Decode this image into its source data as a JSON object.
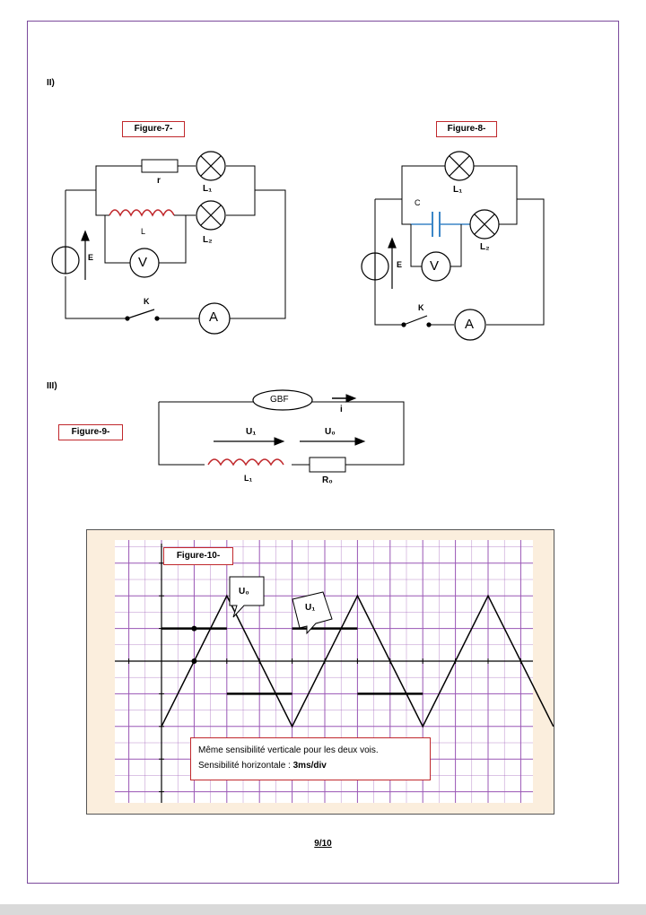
{
  "sections": {
    "II": "II)",
    "III": "III)"
  },
  "figure7": {
    "title": "Figure-7-",
    "labels": {
      "r": "r",
      "L1": "L₁",
      "L": "L",
      "L2": "L₂",
      "E": "E",
      "V": "V",
      "K": "K",
      "A": "A"
    }
  },
  "figure8": {
    "title": "Figure-8-",
    "labels": {
      "L1": "L₁",
      "C": "C",
      "L2": "L₂",
      "E": "E",
      "V": "V",
      "K": "K",
      "A": "A"
    }
  },
  "figure9": {
    "title": "Figure-9-",
    "labels": {
      "GBF": "GBF",
      "i": "i",
      "U1": "U₁",
      "U0": "U₀",
      "L1": "L₁",
      "R0": "R₀"
    }
  },
  "figure10": {
    "title": "Figure-10-",
    "callout_u0": "U₀",
    "callout_u1": "U₁",
    "note_line1": "Même sensibilité verticale pour les deux vois.",
    "note_line2_prefix": "Sensibilité horizontale : ",
    "note_line2_value": "3ms/div",
    "colors": {
      "grid": "#9b59b6",
      "background": "#fbeedd",
      "trace": "#000000"
    }
  },
  "chart_data": {
    "type": "line",
    "title": "Figure-10-",
    "xlabel": "",
    "ylabel": "",
    "x_unit": "div",
    "y_unit": "div",
    "xlim": [
      -1.7,
      13
    ],
    "ylim": [
      -5,
      4.4
    ],
    "grid": true,
    "series": [
      {
        "name": "U₀",
        "style": "triangle",
        "x": [
          0,
          2,
          4,
          6,
          8,
          10,
          12
        ],
        "y": [
          -2,
          2,
          -2,
          2,
          -2,
          2,
          -2
        ]
      },
      {
        "name": "U₁",
        "style": "square",
        "segments": [
          {
            "x": [
              0,
              2
            ],
            "y": 1
          },
          {
            "x": [
              2,
              4
            ],
            "y": -1
          },
          {
            "x": [
              4,
              6
            ],
            "y": 1
          },
          {
            "x": [
              6,
              8
            ],
            "y": -1
          }
        ]
      }
    ],
    "markers": [
      {
        "x": 1,
        "y": 0
      },
      {
        "x": 1,
        "y": 1
      }
    ]
  },
  "page": {
    "number": "9/10"
  }
}
